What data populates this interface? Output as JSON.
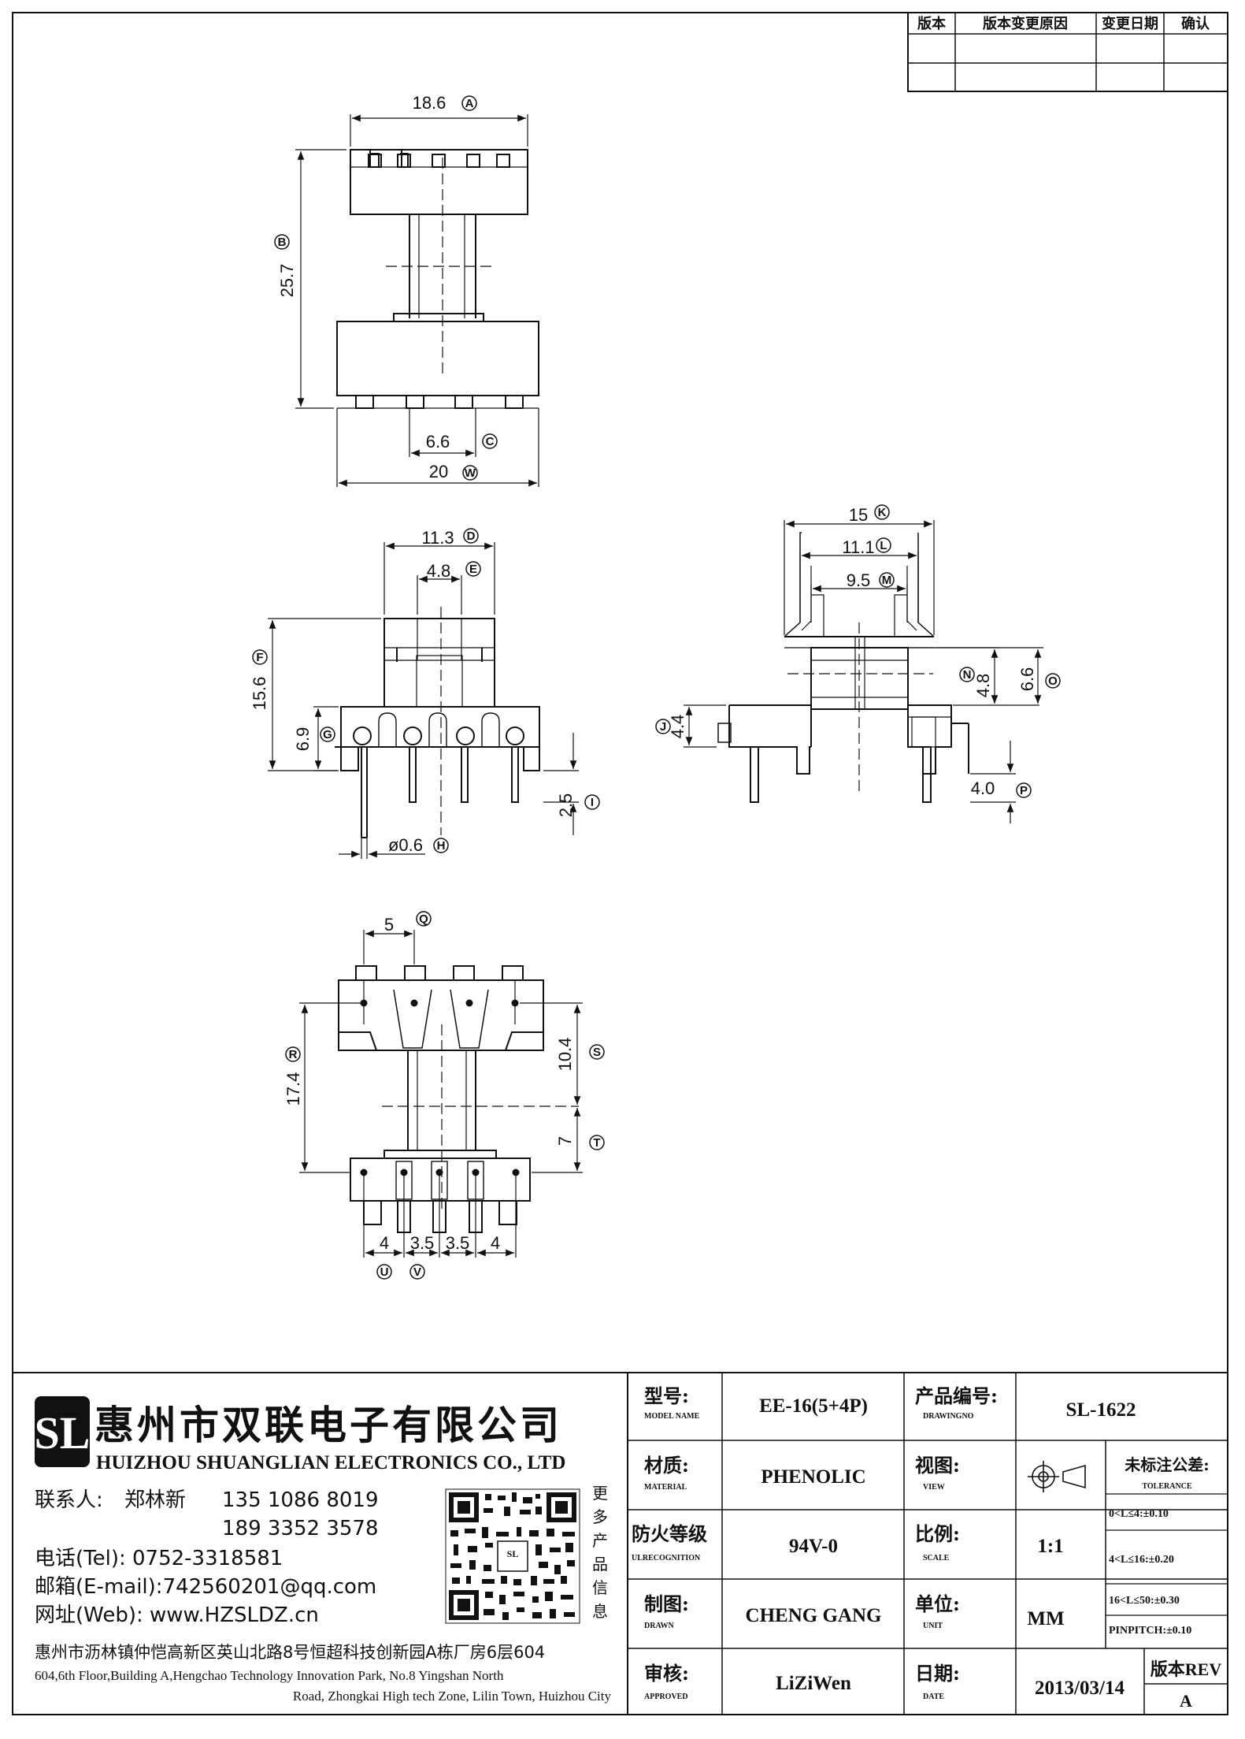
{
  "revision_table": {
    "headers": [
      "版本",
      "版本变更原因",
      "变更日期",
      "确认"
    ]
  },
  "dimensions": {
    "top_view": {
      "A": "18.6",
      "B": "25.7",
      "C": "6.6",
      "W": "20"
    },
    "front_view": {
      "D": "11.3",
      "E": "4.8",
      "F": "15.6",
      "G": "6.9",
      "I": "2.5",
      "H": "ø0.6"
    },
    "side_view": {
      "K": "15",
      "L": "11.1",
      "M": "9.5",
      "N": "4.8",
      "O": "6.6",
      "J": "4.4",
      "P": "4.0"
    },
    "bottom_view": {
      "Q": "5",
      "R": "17.4",
      "S": "10.4",
      "T": "7",
      "pitch_1": "4",
      "pitch_2": "3.5",
      "pitch_3": "3.5",
      "pitch_4": "4"
    },
    "letters": [
      "A",
      "B",
      "C",
      "W",
      "D",
      "E",
      "F",
      "G",
      "I",
      "H",
      "K",
      "L",
      "M",
      "N",
      "O",
      "J",
      "P",
      "Q",
      "R",
      "S",
      "T",
      "U",
      "V"
    ]
  },
  "company": {
    "logo_letters": "SL",
    "name_cn": "惠州市双联电子有限公司",
    "name_en": "HUIZHOU SHUANGLIAN ELECTRONICS CO., LTD",
    "contact_label": "联系人:",
    "contact_name": "郑林新",
    "phone_1": "135 1086 8019",
    "phone_2": "189 3352 3578",
    "tel": "电话(Tel): 0752-3318581",
    "email": "邮箱(E-mail):742560201@qq.com",
    "web": "网址(Web): www.HZSLDZ.cn",
    "qr_side_text": [
      "更",
      "多",
      "产",
      "品",
      "信",
      "息"
    ],
    "address_cn": "惠州市沥林镇仲恺高新区英山北路8号恒超科技创新园A栋厂房6层604",
    "address_en_1": "604,6th Floor,Building A,Hengchao Technology Innovation Park, No.8 Yingshan North",
    "address_en_2": "Road, Zhongkai High tech Zone, Lilin Town, Huizhou City"
  },
  "title_block": {
    "model_label_cn": "型号:",
    "model_label_en": "MODEL NAME",
    "model_value": "EE-16(5+4P)",
    "drawing_label_cn": "产品编号:",
    "drawing_label_en": "DRAWINGNO",
    "drawing_value": "SL-1622",
    "material_label_cn": "材质:",
    "material_label_en": "MATERIAL",
    "material_value": "PHENOLIC",
    "view_label_cn": "视图:",
    "view_label_en": "VIEW",
    "tolerance_label_cn": "未标注公差:",
    "tolerance_label_en": "TOLERANCE",
    "tolerance_lines": [
      "0<L≤4:±0.10",
      "4<L≤16:±0.20",
      "16<L≤50:±0.30",
      "PINPITCH:±0.10"
    ],
    "fire_label_cn": "防火等级",
    "fire_label_en": "ULRECOGNITION",
    "fire_value": "94V-0",
    "scale_label_cn": "比例:",
    "scale_label_en": "SCALE",
    "scale_value": "1:1",
    "drawn_label_cn": "制图:",
    "drawn_label_en": "DRAWN",
    "drawn_value": "CHENG GANG",
    "unit_label_cn": "单位:",
    "unit_label_en": "UNIT",
    "unit_value": "MM",
    "approved_label_cn": "审核:",
    "approved_label_en": "APPROVED",
    "approved_value": "LiZiWen",
    "date_label_cn": "日期:",
    "date_label_en": "DATE",
    "date_value": "2013/03/14",
    "rev_label": "版本REV",
    "rev_value": "A"
  }
}
